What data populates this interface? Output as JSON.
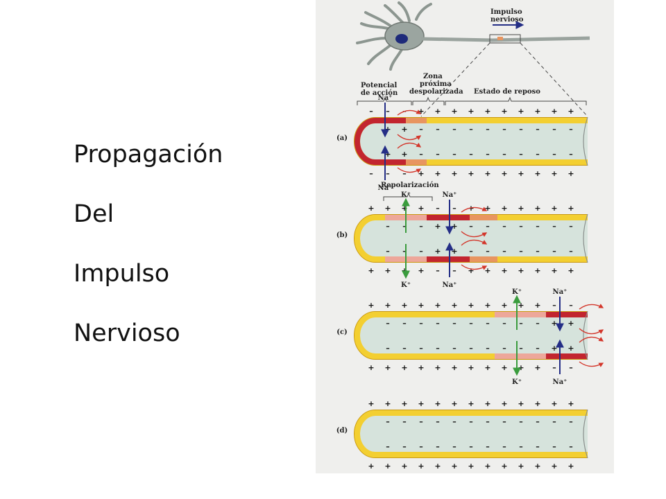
{
  "title_lines": [
    "Propagación",
    "Del",
    "Impulso",
    "Nervioso"
  ],
  "diagram": {
    "impulse_label": [
      "Impulso",
      "nervioso"
    ],
    "header_labels": {
      "action_potential": [
        "Potencial",
        "de acción"
      ],
      "depolarized_zone": [
        "Zona",
        "próxima",
        "despolarizada"
      ],
      "rest_state": "Estado de reposo"
    },
    "repolarization_label": "Repolarización",
    "ions": {
      "sodium": "Na⁺",
      "potassium": "K⁺"
    },
    "charges": {
      "positive": "+",
      "negative": "–"
    },
    "panels": [
      {
        "letter": "(a)"
      },
      {
        "letter": "(b)"
      },
      {
        "letter": "(c)"
      },
      {
        "letter": "(d)"
      }
    ],
    "colors": {
      "membrane_yellow": "#f3cf31",
      "membrane_edge": "#c9980f",
      "action_red": "#c2252f",
      "depol_orange": "#e89560",
      "repol_pink": "#eda79a",
      "axoplasm": "#d6e3dc",
      "sodium_arrow": "#242e86",
      "potassium_arrow": "#3a9c3d",
      "current_arrow": "#d3362b",
      "neuron_body": "#9ba5a0"
    }
  }
}
